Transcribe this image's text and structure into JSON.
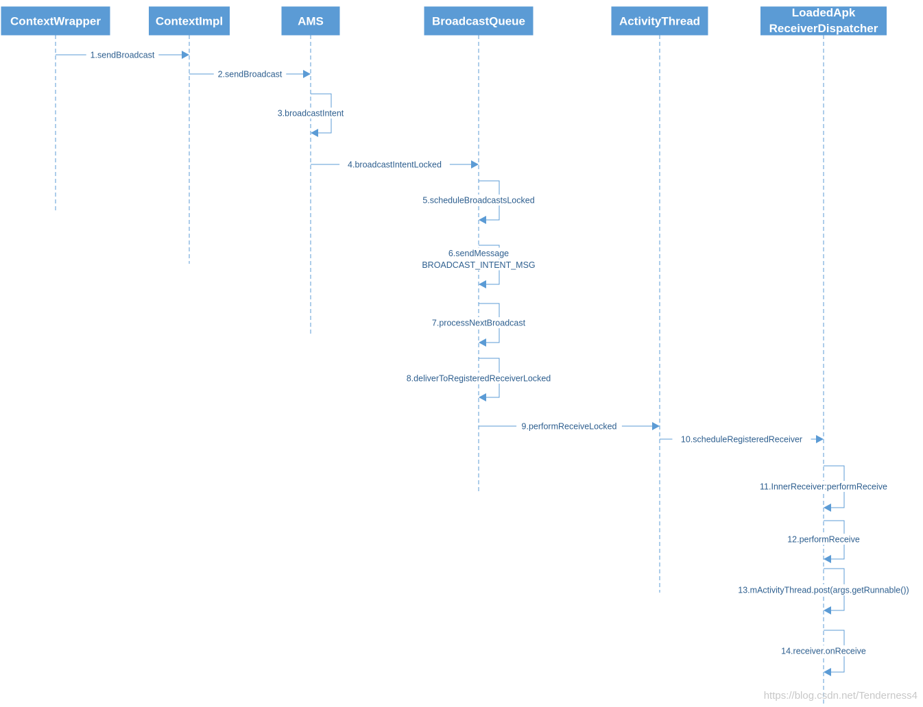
{
  "diagram": {
    "type": "sequence",
    "accent_color": "#5b9bd5",
    "actors": [
      {
        "id": "ctxwrapper",
        "label": [
          "ContextWrapper"
        ]
      },
      {
        "id": "ctximpl",
        "label": [
          "ContextImpl"
        ]
      },
      {
        "id": "ams",
        "label": [
          "AMS"
        ]
      },
      {
        "id": "bq",
        "label": [
          "BroadcastQueue"
        ]
      },
      {
        "id": "at",
        "label": [
          "ActivityThread"
        ]
      },
      {
        "id": "rd",
        "label": [
          "LoadedApk",
          "ReceiverDispatcher"
        ]
      }
    ],
    "messages": [
      {
        "from": "ctxwrapper",
        "to": "ctximpl",
        "label": [
          "1.sendBroadcast"
        ]
      },
      {
        "from": "ctximpl",
        "to": "ams",
        "label": [
          "2.sendBroadcast"
        ]
      },
      {
        "from": "ams",
        "to": "ams",
        "label": [
          "3.broadcastIntent"
        ]
      },
      {
        "from": "ams",
        "to": "bq",
        "label": [
          "4.broadcastIntentLocked"
        ]
      },
      {
        "from": "bq",
        "to": "bq",
        "label": [
          "5.scheduleBroadcastsLocked"
        ]
      },
      {
        "from": "bq",
        "to": "bq",
        "label": [
          "6.sendMessage",
          "BROADCAST_INTENT_MSG"
        ]
      },
      {
        "from": "bq",
        "to": "bq",
        "label": [
          "7.processNextBroadcast"
        ]
      },
      {
        "from": "bq",
        "to": "bq",
        "label": [
          "8.deliverToRegisteredReceiverLocked"
        ]
      },
      {
        "from": "bq",
        "to": "at",
        "label": [
          "9.performReceiveLocked"
        ]
      },
      {
        "from": "at",
        "to": "rd",
        "label": [
          "10.scheduleRegisteredReceiver"
        ]
      },
      {
        "from": "rd",
        "to": "rd",
        "label": [
          "11.InnerReceiver:performReceive"
        ]
      },
      {
        "from": "rd",
        "to": "rd",
        "label": [
          "12.performReceive"
        ]
      },
      {
        "from": "rd",
        "to": "rd",
        "label": [
          "13.mActivityThread.post(args.getRunnable())"
        ]
      },
      {
        "from": "rd",
        "to": "rd",
        "label": [
          "14.receiver.onReceive"
        ]
      }
    ]
  },
  "watermark": "https://blog.csdn.net/Tenderness4"
}
